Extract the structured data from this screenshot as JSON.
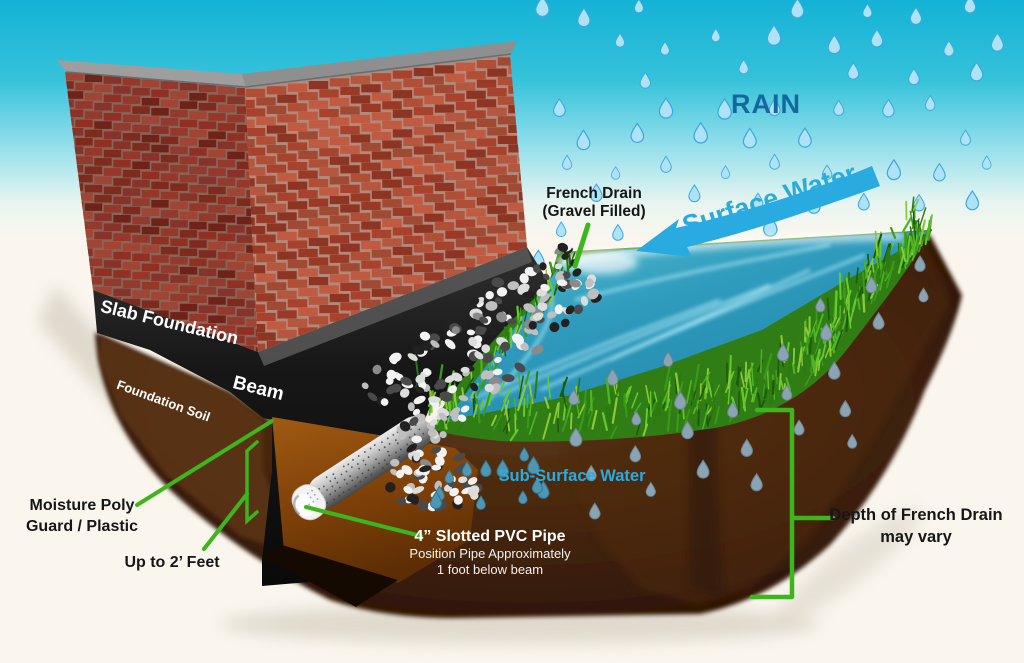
{
  "diagram_title": "French drain installation diagram",
  "colors": {
    "sky_top": "#14b2d6",
    "background_cream": "#faf6ee",
    "accent_green": "#3db51c",
    "water_blue": "#29abe2",
    "rain_text_blue": "#15689f",
    "soil_brown": "#46260c",
    "trench_brown": "#8a4a10",
    "brick_red": "#a8422c",
    "foundation_black": "#141414",
    "grass_green": "#2f7d14",
    "pipe_gray": "#9a9a9a",
    "white": "#ffffff"
  },
  "sky": {
    "rain_label": "RAIN"
  },
  "flow": {
    "surface_water_label": "Surface Water",
    "sub_surface_water_label": "Sub-Surface Water"
  },
  "labels": {
    "french_drain": {
      "line1": "French Drain",
      "line2": "(Gravel Filled)"
    },
    "slab_foundation": "Slab Foundation",
    "beam": "Beam",
    "foundation_soil": "Foundation Soil",
    "moisture": {
      "line1": "Moisture Poly",
      "line2": "Guard / Plastic"
    },
    "up_to_feet": "Up to 2’ Feet",
    "pvc_pipe": {
      "line1": "4” Slotted PVC Pipe",
      "line2": "Position Pipe Approximately",
      "line3": "1 foot below beam"
    },
    "depth": {
      "line1": "Depth of French Drain",
      "line2": "may vary"
    }
  }
}
